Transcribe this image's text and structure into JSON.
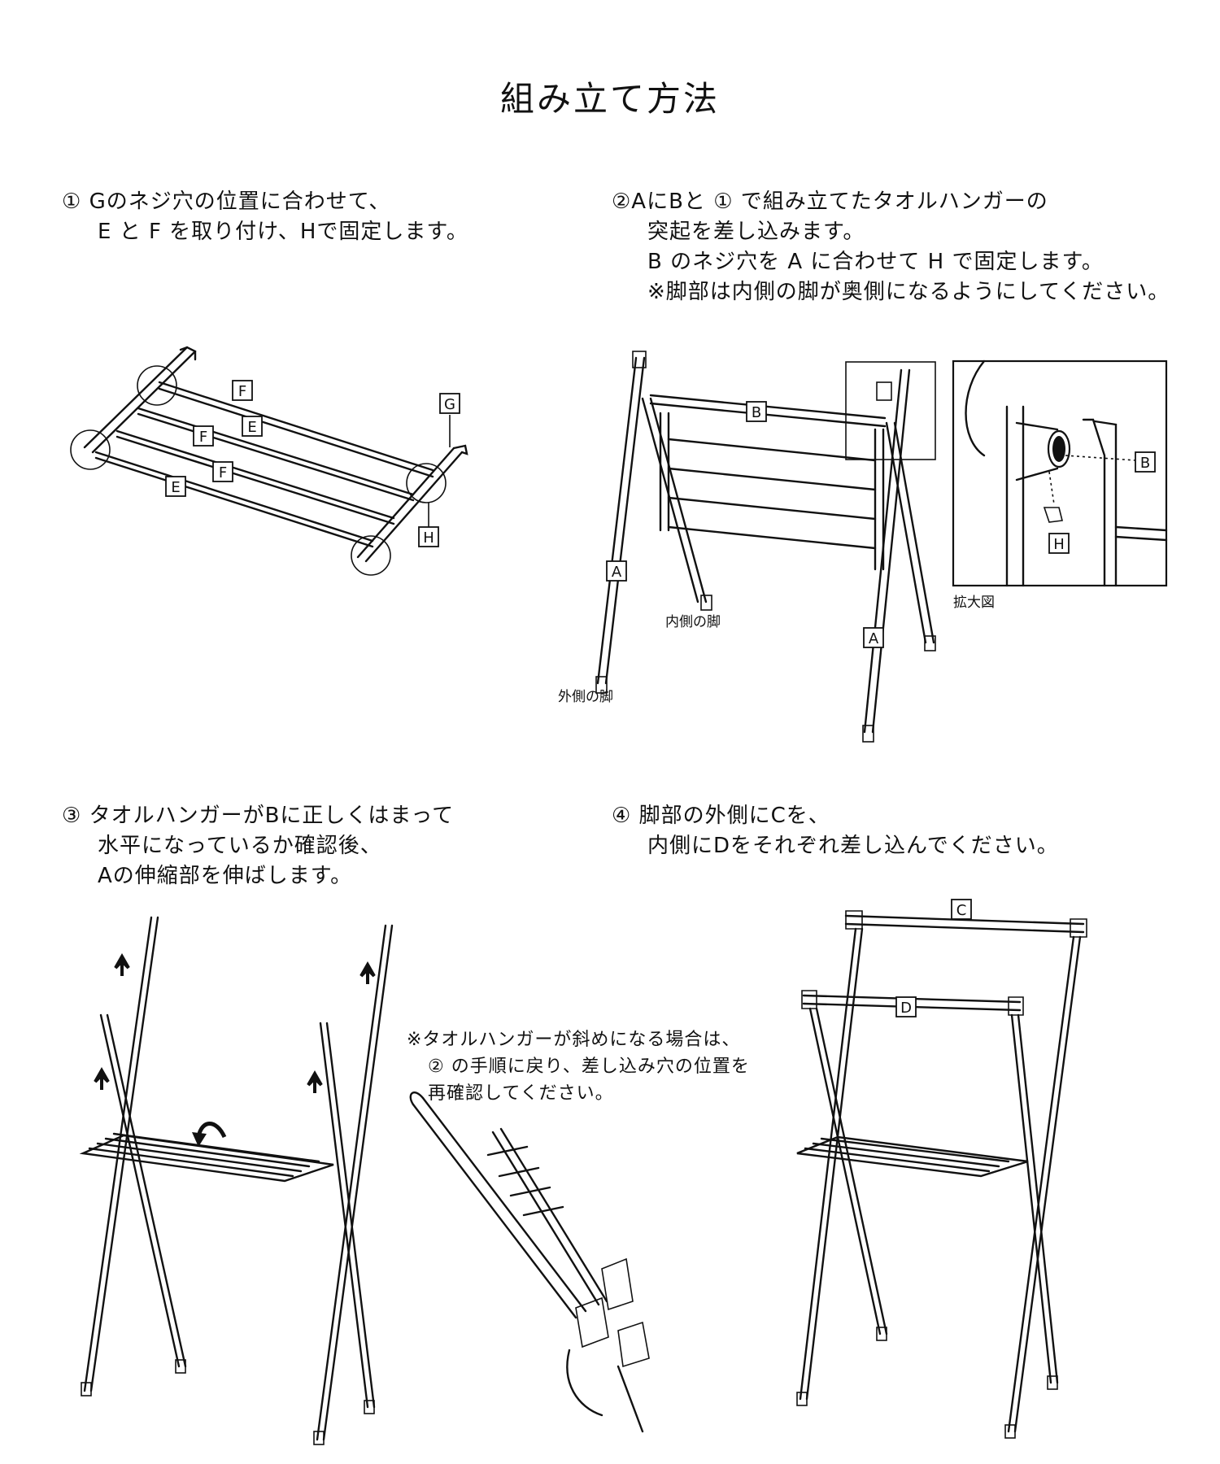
{
  "title": "組み立て方法",
  "steps": [
    {
      "lines": [
        "① Gのネジ穴の位置に合わせて、",
        "E と F を取り付け、Hで固定します。"
      ]
    },
    {
      "lines": [
        "②AにBと ① で組み立てたタオルハンガーの",
        "突起を差し込みます。",
        "B のネジ穴を A に合わせて H で固定します。",
        "※脚部は内側の脚が奥側になるようにしてください。"
      ]
    },
    {
      "lines": [
        "③ タオルハンガーがBに正しくはまって",
        "水平になっているか確認後、",
        "Aの伸縮部を伸ばします。"
      ]
    },
    {
      "lines": [
        "④ 脚部の外側にCを、",
        "内側にDをそれぞれ差し込んでください。"
      ]
    }
  ],
  "note": {
    "lines": [
      "※タオルハンガーが斜めになる場合は、",
      "② の手順に戻り、差し込み穴の位置を",
      "再確認してください。"
    ]
  },
  "labels": {
    "fig1": [
      "F",
      "E",
      "F",
      "F",
      "E",
      "G",
      "H"
    ],
    "fig2": [
      "B",
      "A",
      "A",
      "B",
      "H"
    ],
    "fig4": [
      "C",
      "D"
    ]
  },
  "captions": {
    "inner_leg": "内側の脚",
    "outer_leg": "外側の脚",
    "zoom": "拡大図"
  }
}
